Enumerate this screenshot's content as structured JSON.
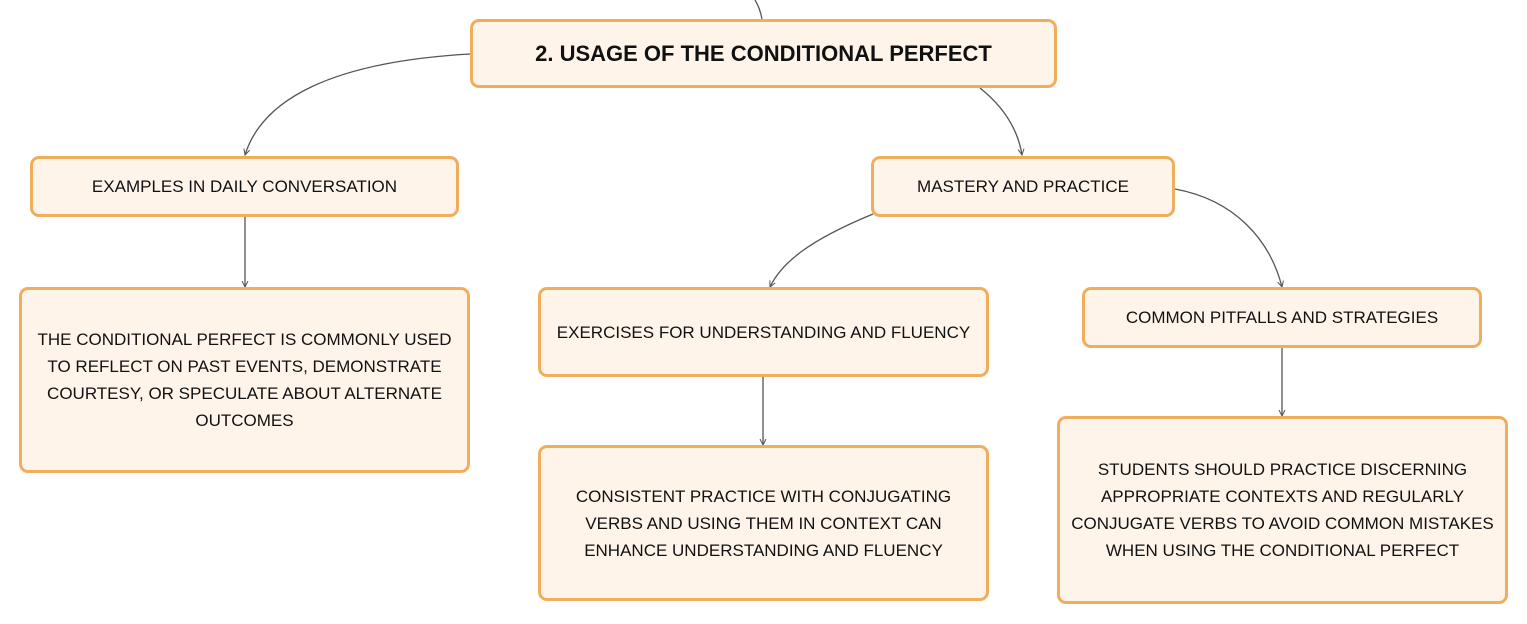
{
  "colors": {
    "node_fill": "#fff4ea",
    "node_border": "#f0ad5c",
    "connector": "#555555",
    "text": "#111111"
  },
  "nodes": {
    "root": "2. USAGE OF THE CONDITIONAL PERFECT",
    "examples": "EXAMPLES IN DAILY CONVERSATION",
    "examples_detail": "THE CONDITIONAL PERFECT IS COMMONLY USED TO REFLECT ON PAST EVENTS, DEMONSTRATE COURTESY, OR SPECULATE ABOUT ALTERNATE OUTCOMES",
    "mastery": "MASTERY AND PRACTICE",
    "exercises": "EXERCISES FOR UNDERSTANDING AND FLUENCY",
    "exercises_detail": "CONSISTENT PRACTICE WITH CONJUGATING VERBS AND USING THEM IN CONTEXT CAN ENHANCE UNDERSTANDING AND FLUENCY",
    "pitfalls": "COMMON PITFALLS AND STRATEGIES",
    "pitfalls_detail": "STUDENTS SHOULD PRACTICE DISCERNING APPROPRIATE CONTEXTS AND REGULARLY CONJUGATE VERBS TO AVOID COMMON MISTAKES WHEN USING THE CONDITIONAL PERFECT"
  }
}
